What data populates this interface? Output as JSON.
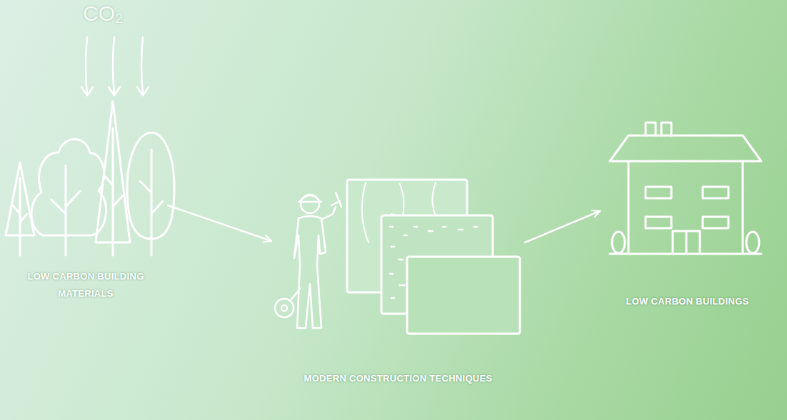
{
  "diagram": {
    "nodes": [
      {
        "text": [
          "LOW CARBON BUILDING MATERIALS"
        ]
      },
      {
        "text": [
          "MODERN CONSTRUCTION TECHNIQUES"
        ]
      },
      {
        "text": [
          "LOW CARBON BUILDINGS"
        ]
      }
    ],
    "edges": [
      {
        "from": 0,
        "to": 1,
        "arrow": "to"
      },
      {
        "from": 1,
        "to": 2,
        "arrow": "to"
      }
    ],
    "labels": [
      "CO₂"
    ]
  }
}
